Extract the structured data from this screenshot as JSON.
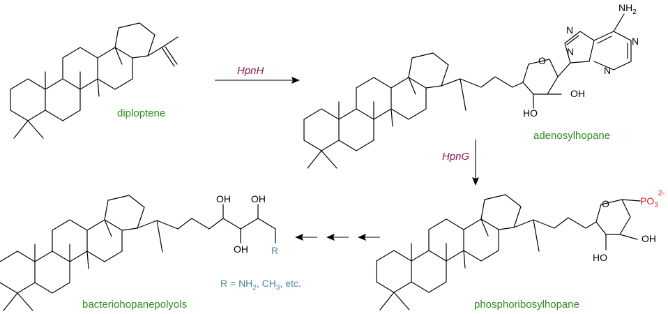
{
  "compounds": {
    "diploptene": "diploptene",
    "adenosylhopane": "adenosylhopane",
    "phosphoribosylhopane": "phosphoribosylhopane",
    "bacteriohopanepolyols": "bacteriohopanepolyols"
  },
  "enzymes": {
    "step1": "HpnH",
    "step2": "HpnG"
  },
  "atoms": {
    "nh2": "NH",
    "nh2_sub": "2",
    "n": "N",
    "oh": "OH",
    "ho": "HO",
    "o": "O",
    "po": "PO",
    "po_sub": "3",
    "po_charge": "2-",
    "r": "R"
  },
  "r_definition": {
    "prefix": "R = NH",
    "sub1": "2",
    "mid": ", CH",
    "sub2": "3",
    "suffix": ", etc."
  },
  "colors": {
    "compound_label": "#2e8b22",
    "enzyme_label": "#8b1a4a",
    "phosphate": "#e0201a",
    "r_group": "#4a8a9a"
  }
}
